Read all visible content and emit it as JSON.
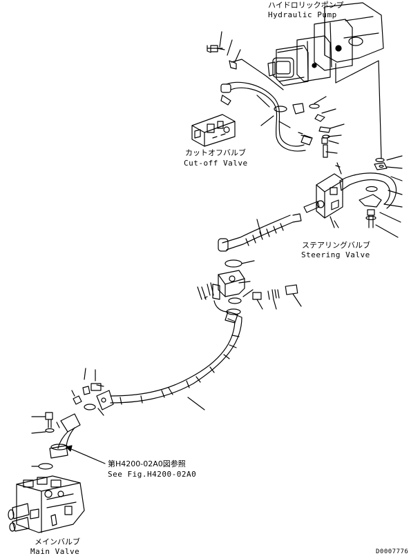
{
  "labels": {
    "hydraulic_pump_jp": "ハイドロリックポンプ",
    "hydraulic_pump_en": "Hydraulic Pump",
    "cutoff_valve_jp": "カットオフバルブ",
    "cutoff_valve_en": "Cut-off Valve",
    "steering_valve_jp": "ステアリングバルブ",
    "steering_valve_en": "Steering Valve",
    "see_fig_jp": "第H4200-02A0図参照",
    "see_fig_en": "See Fig.H4200-02A0",
    "main_valve_jp": "メインバルブ",
    "main_valve_en": "Main Valve",
    "drawing_code": "D0007776"
  }
}
